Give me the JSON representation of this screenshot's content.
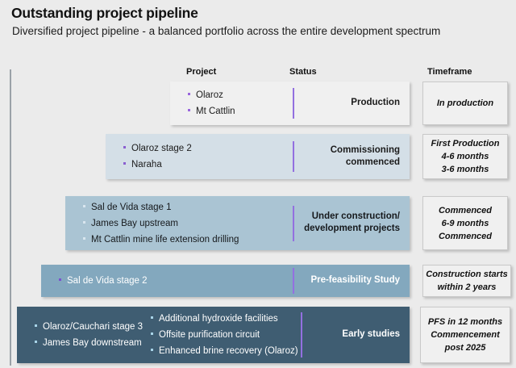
{
  "slide": {
    "title": "Outstanding project pipeline",
    "subtitle": "Diversified project pipeline - a balanced portfolio across the entire development spectrum"
  },
  "columns": {
    "project": "Project",
    "status": "Status",
    "timeframe": "Timeframe"
  },
  "rows": [
    {
      "id": "row-1",
      "status": "Production",
      "bullet_columns": [
        [
          "Olaroz",
          "Mt Cattlin"
        ]
      ],
      "timeframe": [
        "In production"
      ]
    },
    {
      "id": "row-2",
      "status_line1": "Commissioning",
      "status_line2": "commenced",
      "bullet_columns": [
        [
          "Olaroz stage 2",
          "Naraha"
        ]
      ],
      "timeframe": [
        "First Production",
        "4-6 months",
        "3-6 months"
      ]
    },
    {
      "id": "row-3",
      "status_line1": "Under construction/",
      "status_line2": "development projects",
      "bullet_columns": [
        [
          "Sal de Vida stage 1",
          "James Bay upstream",
          "Mt Cattlin mine life extension drilling"
        ]
      ],
      "timeframe": [
        "Commenced",
        "6-9 months",
        "Commenced"
      ]
    },
    {
      "id": "row-4",
      "status": "Pre-feasibility Study",
      "bullet_columns": [
        [
          "Sal de Vida stage 2"
        ]
      ],
      "timeframe": [
        "Construction starts",
        "within 2 years"
      ]
    },
    {
      "id": "row-5",
      "status": "Early studies",
      "bullet_columns": [
        [
          "Olaroz/Cauchari stage 3",
          "James Bay downstream"
        ],
        [
          "Additional hydroxide facilities",
          "Offsite purification circuit",
          "Enhanced brine recovery (Olaroz)"
        ]
      ],
      "timeframe": [
        "PFS in 12 months",
        "Commencement",
        "post 2025"
      ]
    }
  ],
  "colors": {
    "background": "#ebebeb",
    "row_1": "#f0f0f0",
    "row_2": "#d4dfe7",
    "row_3": "#aac4d3",
    "row_4": "#83a8be",
    "row_5": "#3f5d72",
    "divider_purple": "#9370e0",
    "timeframe_box": "#f0f0f0",
    "axis_line": "#9aa2a8"
  }
}
